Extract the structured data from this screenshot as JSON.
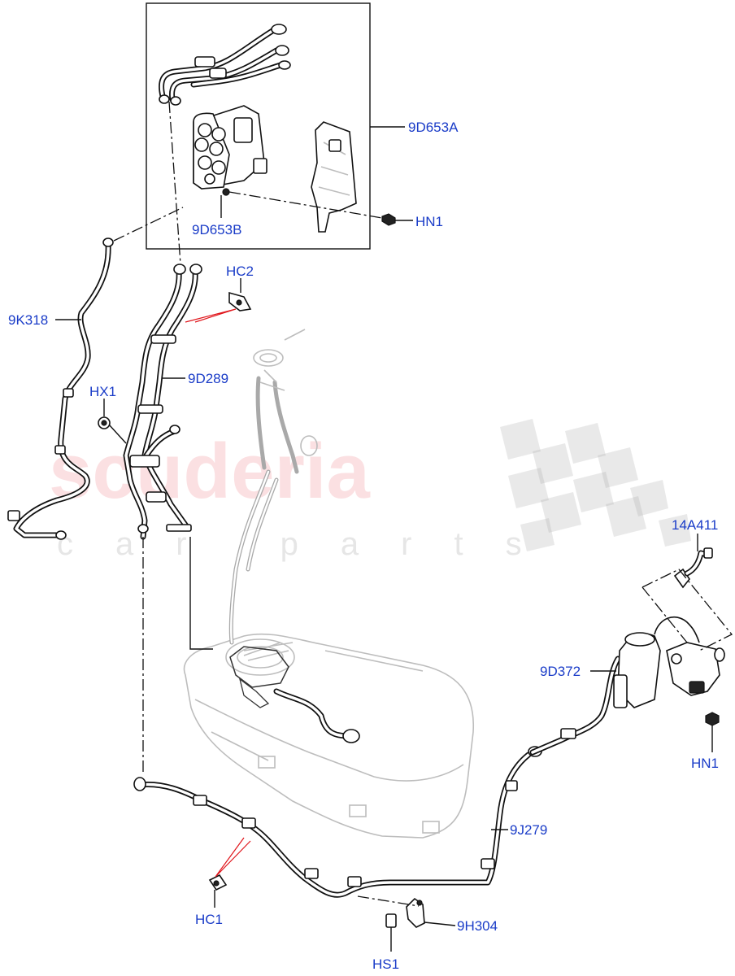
{
  "callouts": {
    "9D653A": "9D653A",
    "9D653B": "9D653B",
    "HN1_top": "HN1",
    "HC2": "HC2",
    "9K318": "9K318",
    "9D289": "9D289",
    "HX1": "HX1",
    "14A411": "14A411",
    "9D372": "9D372",
    "HN1_right": "HN1",
    "9J279": "9J279",
    "HC1": "HC1",
    "9H304": "9H304",
    "HS1": "HS1"
  },
  "watermark": {
    "brand": "scuderia",
    "sub": "car parts"
  },
  "colors": {
    "callout_text": "#1a3cc8",
    "leader": "#111111",
    "red_leader": "#e0151b",
    "watermark_red": "#e8515c"
  }
}
